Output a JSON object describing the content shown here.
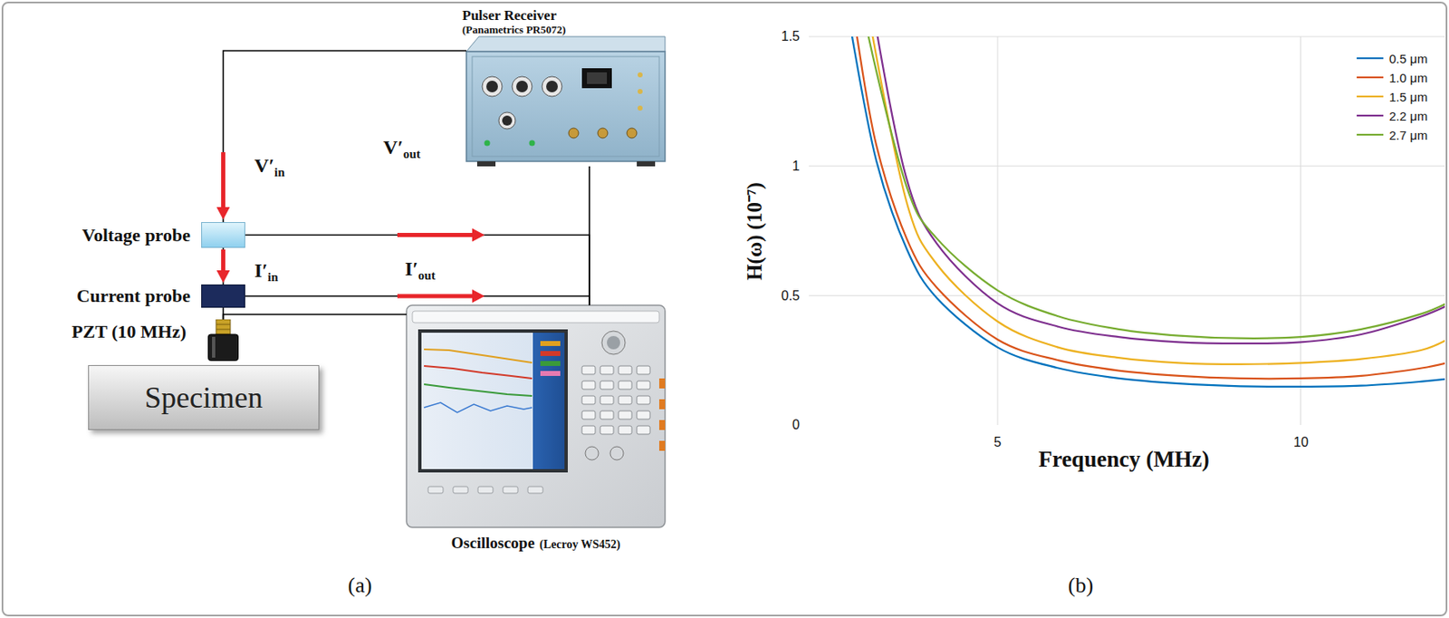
{
  "diagram": {
    "nodes": [
      {
        "text": [
          "Pulser Receiver",
          "(Panametrics PR5072)"
        ]
      },
      {
        "text": [
          "Voltage probe"
        ]
      },
      {
        "text": [
          "Current probe"
        ]
      },
      {
        "text": [
          "PZT (10 MHz)"
        ]
      },
      {
        "text": [
          "Specimen"
        ]
      },
      {
        "text": [
          "Oscilloscope",
          "(Lecroy WS452)"
        ]
      }
    ],
    "edges": [
      {
        "from": 0,
        "to": 1,
        "arrow": "to",
        "label": "V′in"
      },
      {
        "from": 1,
        "to": 2,
        "arrow": "to",
        "label": "I′in"
      },
      {
        "from": 1,
        "to": 5,
        "arrow": "to",
        "label": "V′out"
      },
      {
        "from": 2,
        "to": 5,
        "arrow": "to",
        "label": "I′out"
      },
      {
        "from": 0,
        "to": 5,
        "arrow": "none"
      },
      {
        "from": 2,
        "to": 3,
        "arrow": "none"
      },
      {
        "from": 3,
        "to": 5,
        "arrow": "none"
      }
    ],
    "labels": [
      "(a)",
      "1.5",
      "1",
      "0.5",
      "0",
      "5",
      "10",
      "H(ω) (10⁻⁷)",
      "Frequency (MHz)",
      "(b)"
    ],
    "legend": [
      {
        "text": "0.5 μm"
      },
      {
        "text": "1.0 μm"
      },
      {
        "text": "1.5 μm"
      },
      {
        "text": "2.2 μm"
      },
      {
        "text": "2.7 μm"
      }
    ]
  }
}
